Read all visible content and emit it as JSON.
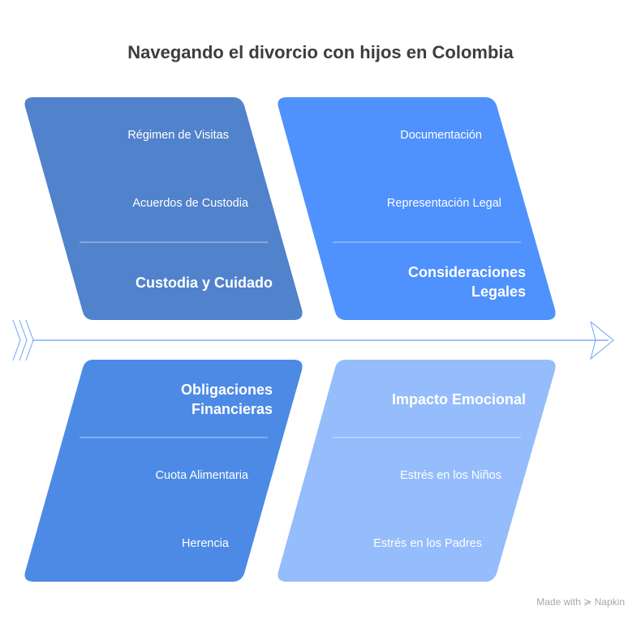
{
  "title": "Navegando el divorcio con hijos en Colombia",
  "categories": [
    {
      "heading": "Custodia y Cuidado",
      "items": [
        "Régimen de Visitas",
        "Acuerdos de Custodia"
      ],
      "color": "#5182cc"
    },
    {
      "heading": "Consideraciones Legales",
      "items": [
        "Documentación",
        "Representación Legal"
      ],
      "color": "#4f91fd"
    },
    {
      "heading": "Obligaciones Financieras",
      "items": [
        "Cuota Alimentaria",
        "Herencia"
      ],
      "color": "#4d8ae6"
    },
    {
      "heading": "Impacto Emocional",
      "items": [
        "Estrés en los Niños",
        "Estrés en los Padres"
      ],
      "color": "#95bcfb"
    }
  ],
  "footer": "Made with ≽ Napkin"
}
